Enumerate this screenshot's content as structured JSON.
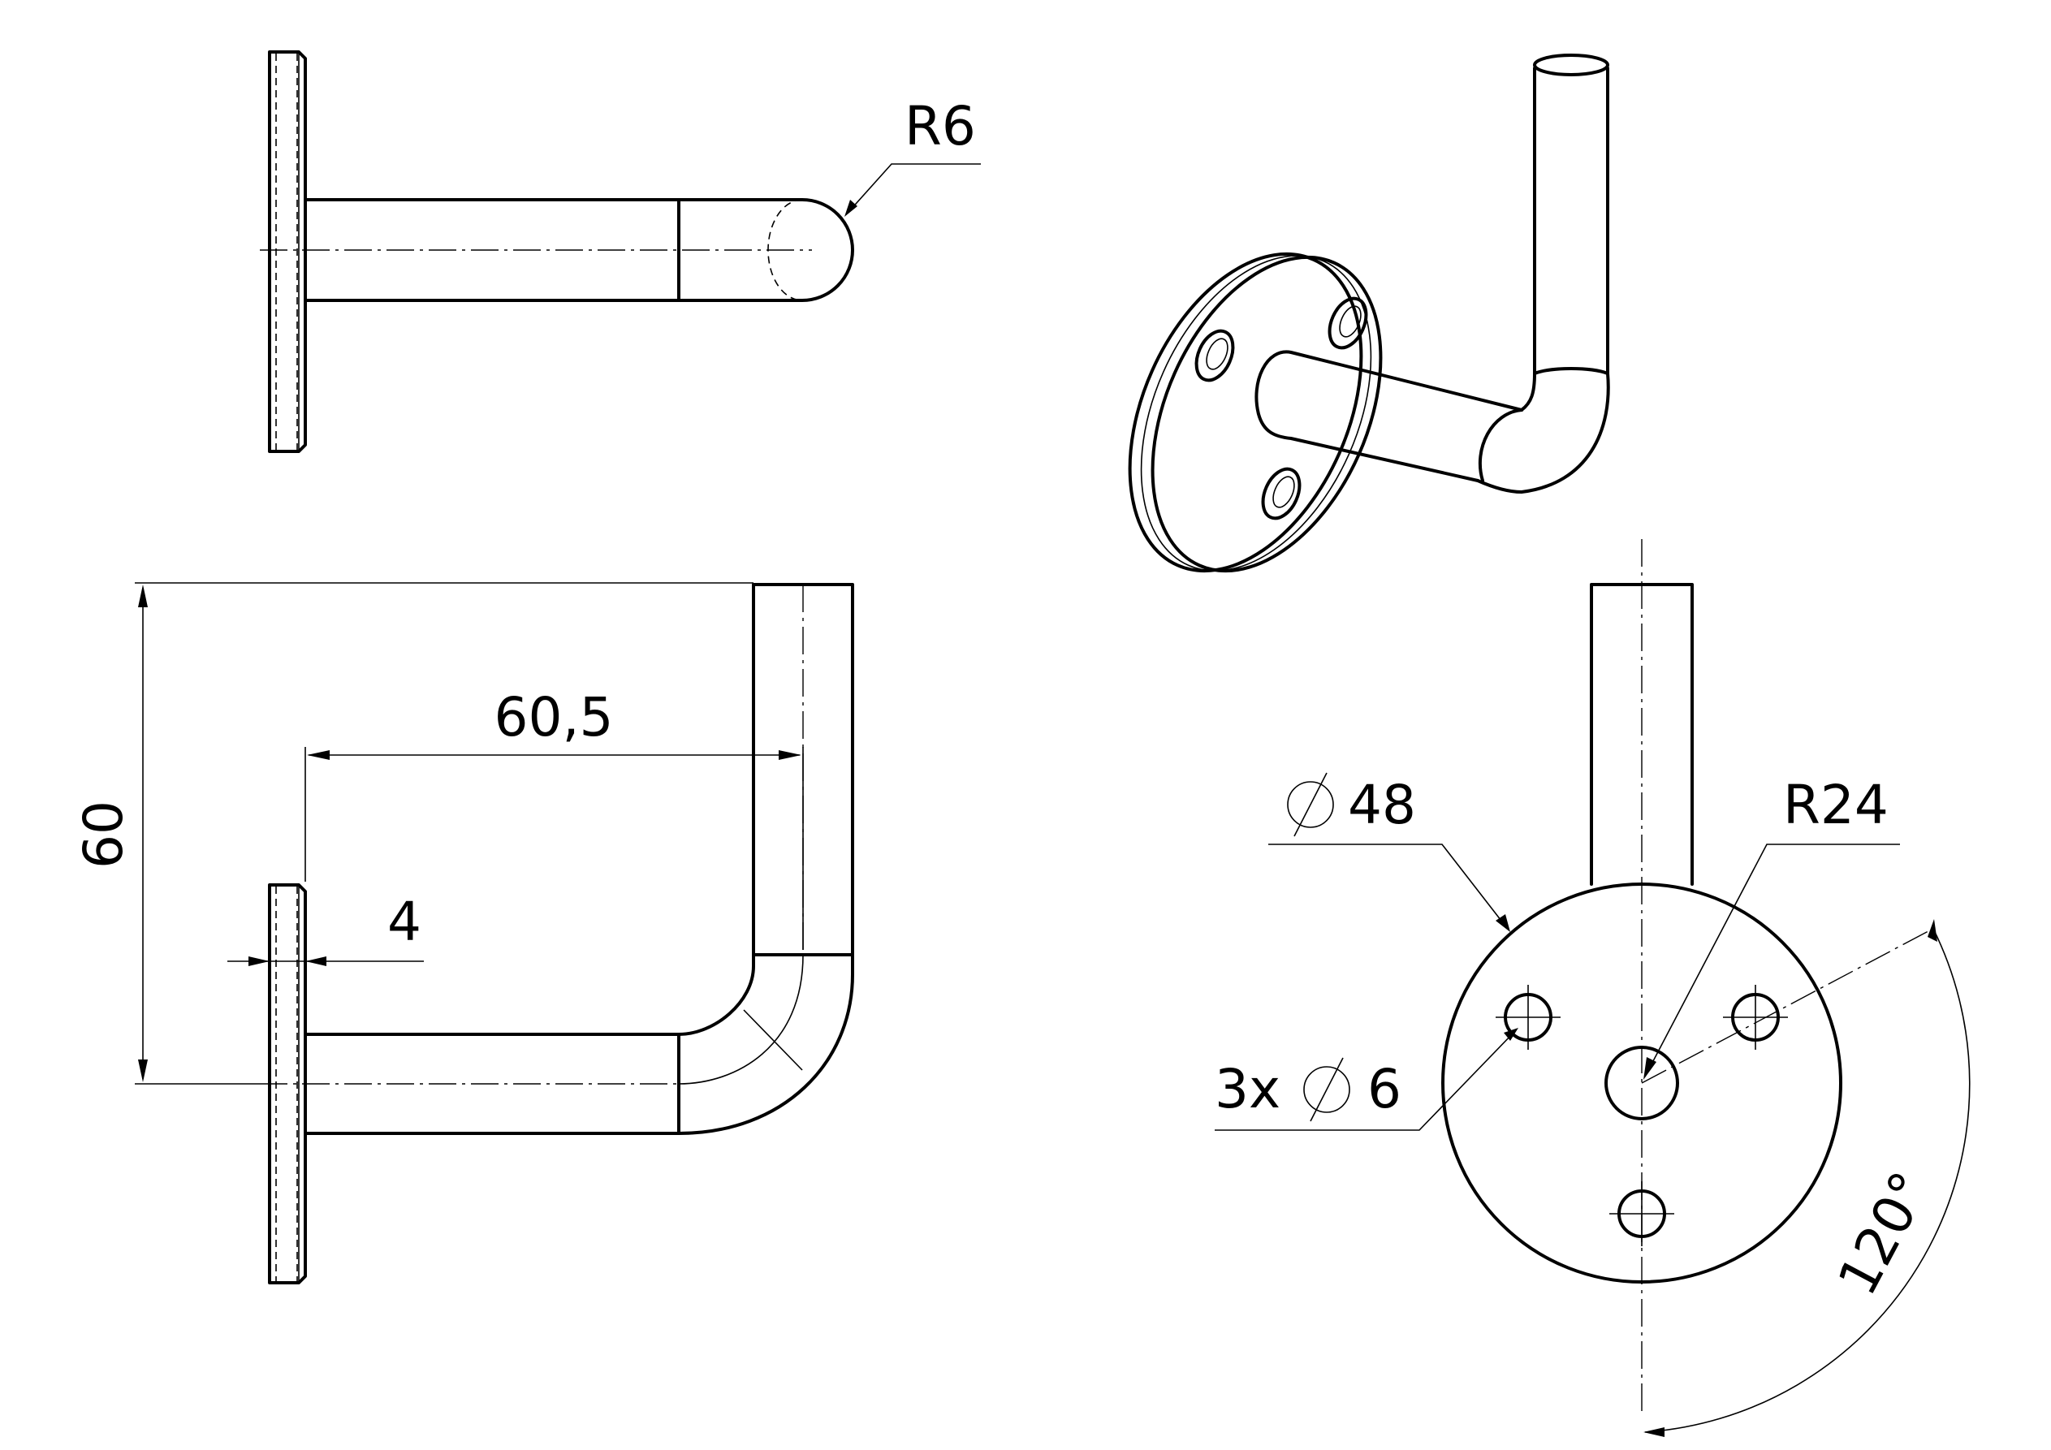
{
  "dimensions": {
    "tip_radius": "R6",
    "height": "60",
    "length": "60,5",
    "plate_thickness": "4",
    "plate_diameter_value": "48",
    "plate_radius": "R24",
    "holes_count": "3x",
    "hole_diameter_value": "6",
    "hole_angle": "120°"
  }
}
